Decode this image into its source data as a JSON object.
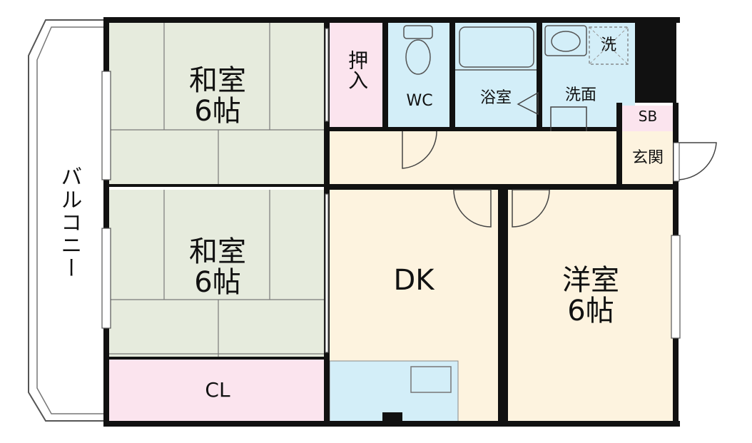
{
  "rooms": {
    "washitsu_top": {
      "name": "和室",
      "size": "6帖"
    },
    "washitsu_bottom": {
      "name": "和室",
      "size": "6帖"
    },
    "closet": {
      "name": "CL"
    },
    "oshiire": {
      "name": "押入"
    },
    "wc": {
      "name": "WC"
    },
    "bath": {
      "name": "浴室"
    },
    "senmen": {
      "name": "洗面"
    },
    "washer": {
      "name": "洗"
    },
    "shoebox": {
      "name": "SB"
    },
    "genkan": {
      "name": "玄関"
    },
    "dk": {
      "name": "DK"
    },
    "yoshitsu": {
      "name": "洋室",
      "size": "6帖"
    },
    "balcony": {
      "name": "バルコニー"
    }
  },
  "colors": {
    "tatami": "#e6ebdd",
    "closet": "#fbe4ee",
    "water": "#d3eef8",
    "floor": "#fdf3df",
    "wall": "#111111"
  }
}
